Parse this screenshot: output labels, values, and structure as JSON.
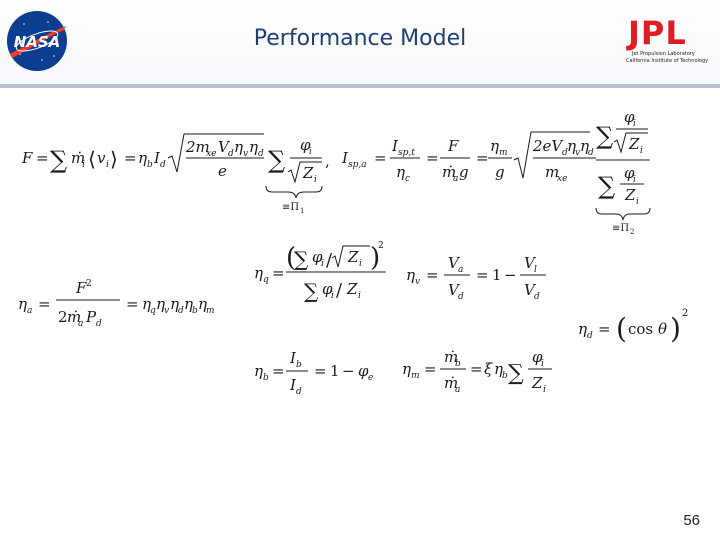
{
  "slide": {
    "title": "Performance Model",
    "page_number": "56"
  },
  "logos": {
    "nasa": {
      "text": "NASA",
      "brand_color": "#0b3d91",
      "accent_color": "#fc3d21"
    },
    "jpl": {
      "mark": "JPL",
      "line1": "Jet Propulsion Laboratory",
      "line2": "California Institute of Technology",
      "brand_color": "#e31b23"
    }
  },
  "equations": {
    "thrust": "F = Σ ṁi ⟨vi⟩ = ηb Id √(2mxe Vd ηv ηd / e) · Σ φi/√Zi  (≡ Π1)",
    "specific_impulse": "Isp,a = Isp,t / ηc = F / (ṁa g) = (ηm/g) √(2e Vd ηv ηd / mxe) · Σ(φi/√Zi) / Σ(φi/Zi)  (≡ Π2)",
    "anode_efficiency": "ηa = F² / (2 ṁa Pd) = ηq ηv ηd ηb ηm",
    "charge_utilization": "ηq = (Σ φi/√Zi)² / Σ φi/Zi",
    "voltage_utilization": "ηv = Va/Vd = 1 − Vl/Vd",
    "divergence": "ηd = (cos θ)²",
    "current_utilization": "ηb = Ib/Id = 1 − φe",
    "mass_utilization": "ηm = ṁb/ṁa = ξ ηb Σ φi/Zi"
  }
}
